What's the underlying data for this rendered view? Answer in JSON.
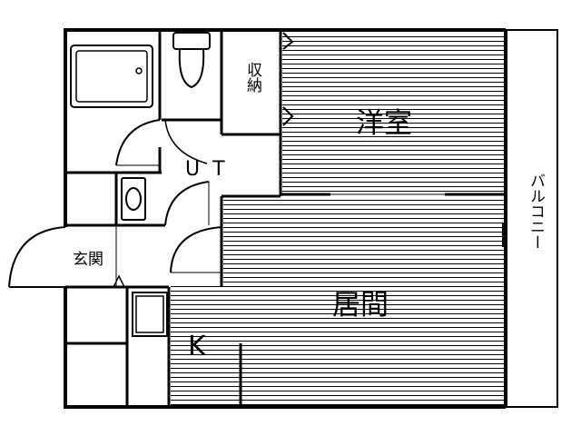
{
  "rooms": {
    "western_room": "洋室",
    "living_room": "居間",
    "kitchen": "K",
    "unit_bath": "UT",
    "storage": "収納",
    "entrance": "玄関",
    "balcony": "バルコニー"
  },
  "colors": {
    "wall": "#000000",
    "floor_lines": "#000000",
    "background": "#ffffff"
  }
}
